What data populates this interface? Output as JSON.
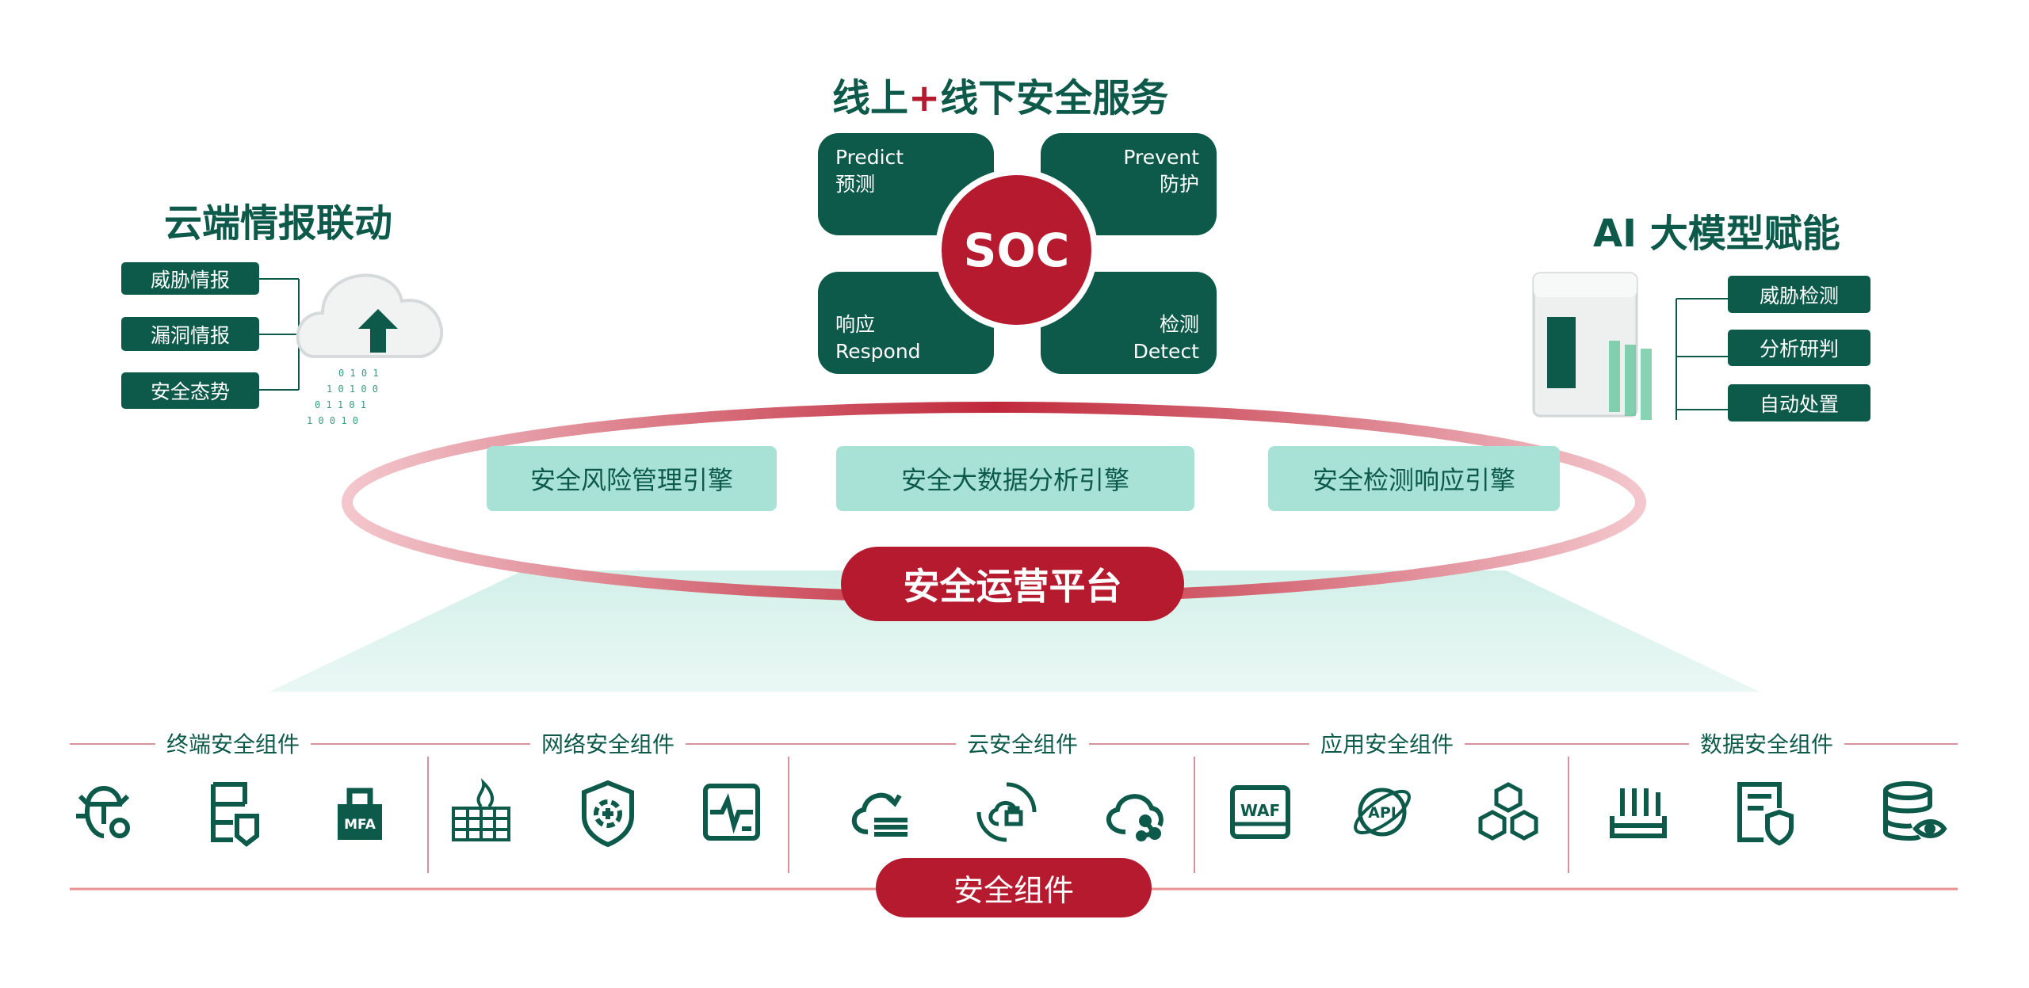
{
  "services": {
    "title_a": "线上",
    "plus": "+",
    "title_b": "线下安全服务",
    "center": "SOC",
    "quadrants": [
      {
        "en": "Predict",
        "zh": "预测"
      },
      {
        "en": "Prevent",
        "zh": "防护"
      },
      {
        "en": "Respond",
        "zh": "响应"
      },
      {
        "en": "Detect",
        "zh": "检测"
      }
    ]
  },
  "cloud_intel": {
    "title": "云端情报联动",
    "items": [
      "威胁情报",
      "漏洞情报",
      "安全态势"
    ]
  },
  "ai": {
    "title": "AI 大模型赋能",
    "items": [
      "威胁检测",
      "分析研判",
      "自动处置"
    ]
  },
  "engines": [
    "安全风险管理引擎",
    "安全大数据分析引擎",
    "安全检测响应引擎"
  ],
  "platform": "安全运营平台",
  "components": {
    "label": "安全组件",
    "categories": [
      "终端安全组件",
      "网络安全组件",
      "云安全组件",
      "应用安全组件",
      "数据安全组件"
    ],
    "icons": [
      "bug-gear-icon",
      "server-shield-icon",
      "mfa-lock-icon",
      "firewall-icon",
      "shield-target-icon",
      "monitor-pulse-icon",
      "cloud-sync-icon",
      "cloud-lock-icon",
      "cloud-share-icon",
      "waf-icon",
      "api-icon",
      "cubes-icon",
      "database-bars-icon",
      "document-shield-icon",
      "database-eye-icon"
    ],
    "icon_text": {
      "mfa": "MFA",
      "waf": "WAF",
      "api": "API"
    }
  },
  "colors": {
    "green": "#0d5a4b",
    "red": "#b51a2e",
    "mint": "#a8e2d6"
  }
}
